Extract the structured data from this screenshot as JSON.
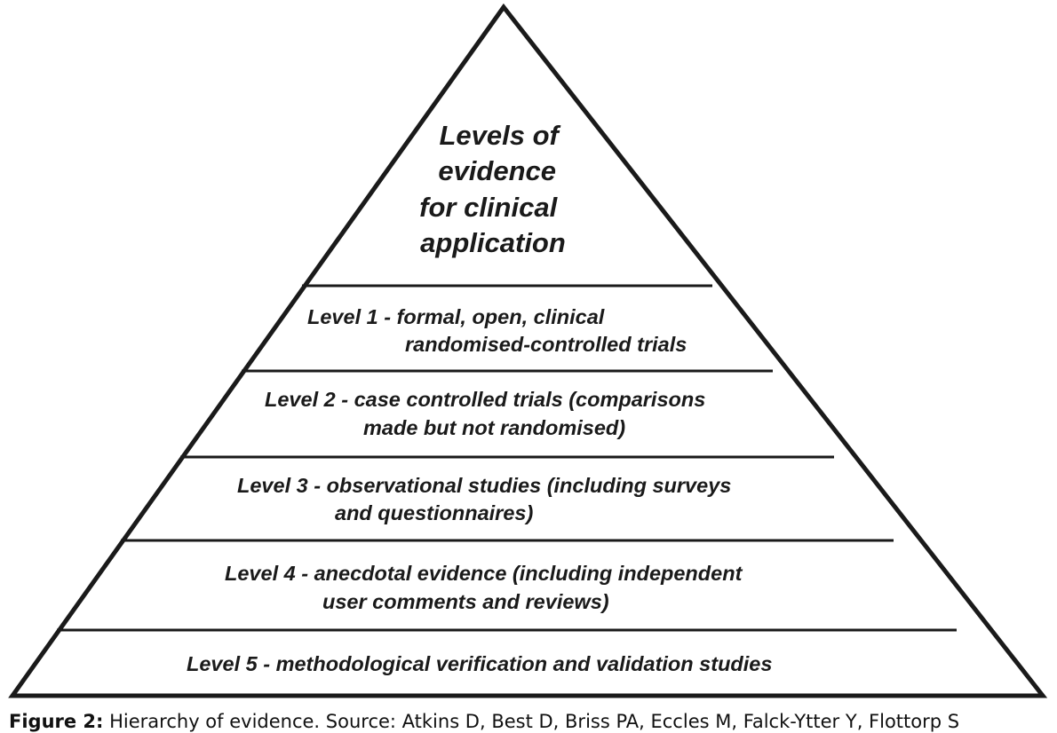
{
  "pyramid": {
    "apex_lines": [
      "Levels of",
      "evidence",
      "for clinical",
      "application"
    ],
    "levels": [
      {
        "id": "level-1",
        "lines": [
          "Level 1 - formal, open, clinical",
          "randomised-controlled trials"
        ]
      },
      {
        "id": "level-2",
        "lines": [
          "Level 2 - case controlled trials (comparisons",
          "made but not randomised)"
        ]
      },
      {
        "id": "level-3",
        "lines": [
          "Level 3 - observational studies (including surveys",
          "and questionnaires)"
        ]
      },
      {
        "id": "level-4",
        "lines": [
          "Level 4 - anecdotal evidence (including independent",
          "user comments and reviews)"
        ]
      },
      {
        "id": "level-5",
        "lines": [
          "Level 5 - methodological verification and validation studies"
        ]
      }
    ],
    "stroke_color": "#1a1a1a",
    "text_color": "#1a1a1a"
  },
  "caption": {
    "label": "Figure 2:",
    "text": " Hierarchy of evidence. Source: Atkins D, Best D, Briss PA, Eccles M, Falck-Ytter Y, Flottorp S"
  }
}
